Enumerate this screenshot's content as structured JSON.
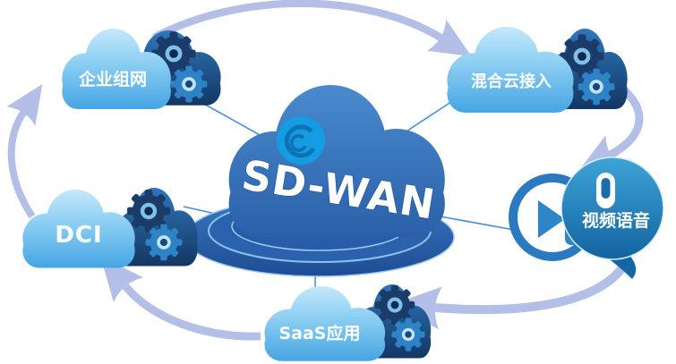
{
  "diagram": {
    "center": {
      "label": "SD-WAN",
      "logo": "swirl-logo-icon"
    },
    "nodes": [
      {
        "id": "enterprise-network",
        "label": "企业组网"
      },
      {
        "id": "hybrid-cloud-access",
        "label": "混合云接入"
      },
      {
        "id": "dci",
        "label": "DCI"
      },
      {
        "id": "saas-apps",
        "label": "SaaS应用"
      },
      {
        "id": "video-voice",
        "label": "视频语音"
      }
    ],
    "flows": [
      {
        "from": "dci",
        "to": "enterprise-network"
      },
      {
        "from": "enterprise-network",
        "to": "hybrid-cloud-access"
      },
      {
        "from": "hybrid-cloud-access",
        "to": "video-voice"
      },
      {
        "from": "video-voice",
        "to": "saas-apps"
      },
      {
        "from": "saas-apps",
        "to": "dci"
      }
    ],
    "icons": [
      "cloud-icon",
      "gear-icon",
      "swirl-logo-icon",
      "video-camera-icon",
      "microphone-icon",
      "speech-bubble",
      "flow-arrow",
      "platform-disc"
    ],
    "colors": {
      "cloud_light_top": "#c7e9fb",
      "cloud_light_bottom": "#42a3e2",
      "gear_cloud_dark": "#123561",
      "center_cloud": "#2f6cb5",
      "platform": "#24569e",
      "gear_dark": "#1b3c69",
      "gear_light": "#2e82c6",
      "arrow": "#b3bfe6",
      "connector_line": "#4a8fd6",
      "bubble": "#1f83bd",
      "logo_blue": "#169ce2",
      "label_text": "#ffffff"
    }
  }
}
